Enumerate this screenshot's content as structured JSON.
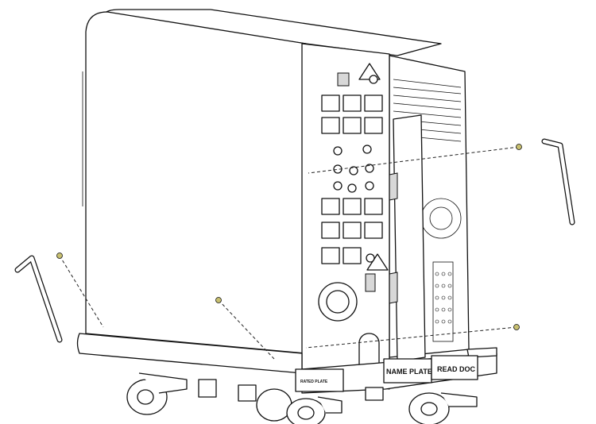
{
  "labels": {
    "name_plate": "NAME PLATE",
    "read_doc": "READ DOC",
    "rated_plate": "RATED PLATE"
  },
  "colors": {
    "line": "#111111",
    "screw": "#c8c070",
    "background": "#ffffff"
  }
}
